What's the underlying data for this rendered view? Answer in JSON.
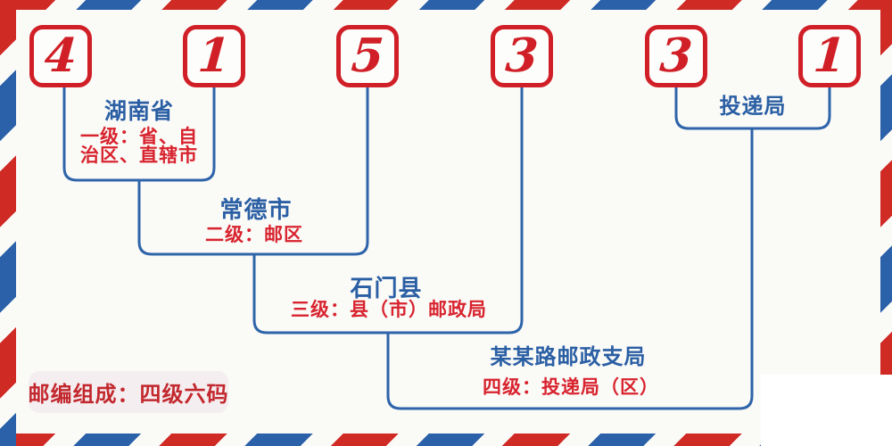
{
  "postal_code": {
    "digits": [
      "4",
      "1",
      "5",
      "3",
      "3",
      "1"
    ]
  },
  "levels": [
    {
      "name": "湖南省",
      "desc_line1": "一级：省、自",
      "desc_line2": "治区、直辖市"
    },
    {
      "name": "常德市",
      "desc": "二级：邮区"
    },
    {
      "name": "石门县",
      "desc": "三级：县（市）邮政局"
    },
    {
      "name": "某某路邮政支局",
      "desc": "四级：投递局（区）"
    },
    {
      "name": "投递局"
    }
  ],
  "badge": {
    "label": "邮编组成：四级六码"
  },
  "colors": {
    "stripe_red": "#d02a25",
    "stripe_blue": "#2a61a8",
    "line_blue": "#2e64a9",
    "digit_red": "#d01f26",
    "name_blue": "#2b5fa4",
    "desc_red": "#d8232e",
    "badge_bg": "#f5eef0",
    "badge_text": "#c2282e",
    "background": "#fafaf7"
  }
}
